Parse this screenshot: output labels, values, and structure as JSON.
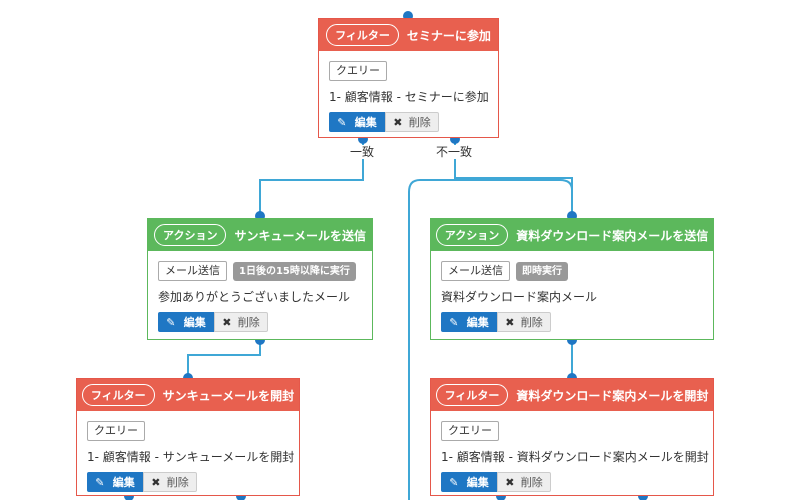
{
  "nodes": {
    "n1": {
      "kind": "フィルター",
      "title": "セミナーに参加",
      "tag": "クエリー",
      "desc": "1- 顧客情報 - セミナーに参加",
      "edit": "編集",
      "delete": "削除"
    },
    "n2": {
      "kind": "アクション",
      "title": "サンキューメールを送信",
      "tag": "メール送信",
      "badge": "1日後の15時以降に実行",
      "desc": "参加ありがとうございましたメール",
      "edit": "編集",
      "delete": "削除"
    },
    "n3": {
      "kind": "アクション",
      "title": "資料ダウンロード案内メールを送信",
      "tag": "メール送信",
      "badge": "即時実行",
      "desc": "資料ダウンロード案内メール",
      "edit": "編集",
      "delete": "削除"
    },
    "n4": {
      "kind": "フィルター",
      "title": "サンキューメールを開封",
      "tag": "クエリー",
      "desc": "1- 顧客情報 - サンキューメールを開封",
      "edit": "編集",
      "delete": "削除"
    },
    "n5": {
      "kind": "フィルター",
      "title": "資料ダウンロード案内メールを開封",
      "tag": "クエリー",
      "desc": "1- 顧客情報 - 資料ダウンロード案内メールを開封",
      "edit": "編集",
      "delete": "削除"
    }
  },
  "branches": {
    "match": "一致",
    "nomatch": "不一致"
  },
  "colors": {
    "filter": "#e8604f",
    "action": "#5cb85c",
    "edit": "#1f77c4",
    "connector": "#3fa7d6",
    "port": "#1f77c4"
  }
}
